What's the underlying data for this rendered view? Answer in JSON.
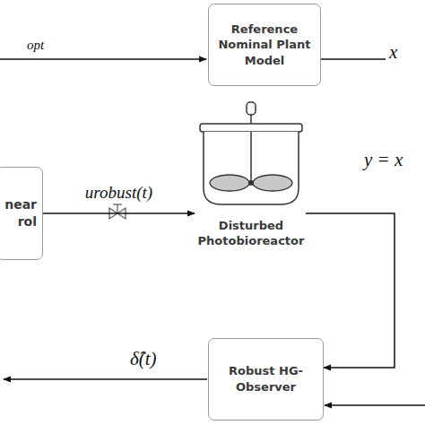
{
  "diagram": {
    "nodes": [
      {
        "text": [
          "Reference Nominal Plant Model"
        ]
      },
      {
        "text": [
          "near rol"
        ]
      },
      {
        "text": [
          "Disturbed Photobioreactor"
        ]
      },
      {
        "text": [
          "Robust HG-Observer"
        ]
      }
    ],
    "edges": [
      {
        "from": 1,
        "to": 2,
        "label": "urobust(t)",
        "arrow": "to"
      },
      {
        "from": 2,
        "to": 3,
        "arrow": "to"
      }
    ],
    "labels": [
      "opt",
      "x",
      "y = x",
      "δ̂(t)"
    ]
  }
}
